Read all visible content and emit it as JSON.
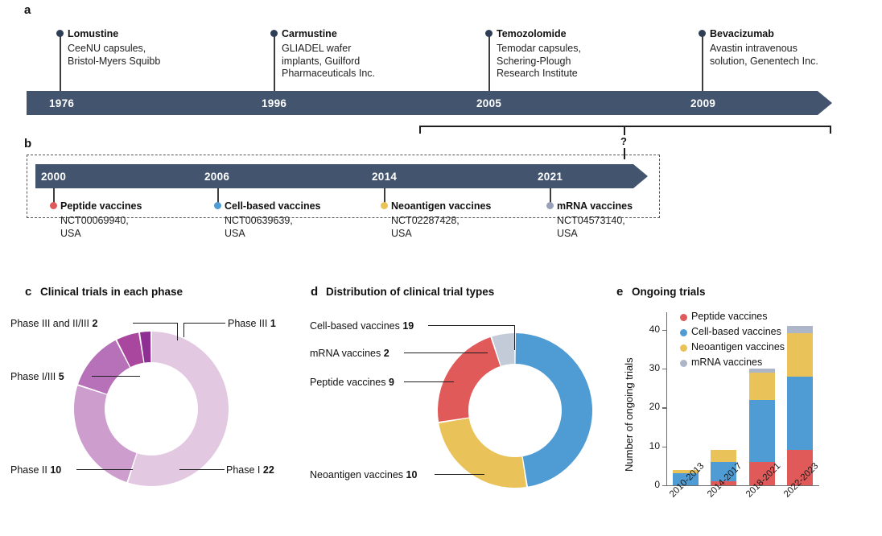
{
  "panel_a": {
    "letter": "a",
    "years": [
      "1976",
      "1996",
      "2005",
      "2009"
    ],
    "entries": [
      {
        "name": "Lomustine",
        "desc": "CeeNU capsules,\nBristol-Myers Squibb"
      },
      {
        "name": "Carmustine",
        "desc": "GLIADEL wafer\nimplants, Guilford\nPharmaceuticals Inc."
      },
      {
        "name": "Temozolomide",
        "desc": "Temodar capsules,\nSchering-Plough\nResearch Institute"
      },
      {
        "name": "Bevacizumab",
        "desc": "Avastin intravenous\nsolution, Genentech Inc."
      }
    ]
  },
  "connector": {
    "question_mark": "?"
  },
  "panel_b": {
    "letter": "b",
    "years": [
      "2000",
      "2006",
      "2014",
      "2021"
    ],
    "entries": [
      {
        "name": "Peptide vaccines",
        "desc": "NCT00069940,\nUSA",
        "color": "#e05a5a"
      },
      {
        "name": "Cell-based vaccines",
        "desc": "NCT00639639,\nUSA",
        "color": "#4f9bd4"
      },
      {
        "name": "Neoantigen vaccines",
        "desc": "NCT02287428,\nUSA",
        "color": "#e9c35a"
      },
      {
        "name": "mRNA vaccines",
        "desc": "NCT04573140,\nUSA",
        "color": "#97a2b8"
      }
    ]
  },
  "panel_c": {
    "letter": "c",
    "title": "Clinical trials in each phase",
    "chart_data": {
      "type": "pie",
      "title": "Clinical trials in each phase",
      "categories": [
        "Phase I",
        "Phase II",
        "Phase I/III",
        "Phase III and II/III",
        "Phase III"
      ],
      "values": [
        22,
        10,
        5,
        2,
        1
      ],
      "colors": [
        "#e3c8e2",
        "#cc9dcd",
        "#b671b8",
        "#a9479f",
        "#8e2f93"
      ],
      "total": 40
    },
    "labels": [
      {
        "text": "Phase III and II/III ",
        "value": "2"
      },
      {
        "text": "Phase III ",
        "value": "1"
      },
      {
        "text": "Phase I/III ",
        "value": "5"
      },
      {
        "text": "Phase II ",
        "value": "10"
      },
      {
        "text": "Phase I ",
        "value": "22"
      }
    ]
  },
  "panel_d": {
    "letter": "d",
    "title": "Distribution of clinical trial types",
    "chart_data": {
      "type": "pie",
      "title": "Distribution of clinical trial types",
      "categories": [
        "Cell-based vaccines",
        "Neoantigen vaccines",
        "Peptide vaccines",
        "mRNA vaccines"
      ],
      "values": [
        19,
        10,
        9,
        2
      ],
      "colors": [
        "#4f9bd4",
        "#e9c35a",
        "#e05a5a",
        "#c3cbd8"
      ],
      "total": 40
    },
    "labels": [
      {
        "text": "Cell-based vaccines ",
        "value": "19"
      },
      {
        "text": "mRNA vaccines ",
        "value": "2"
      },
      {
        "text": "Peptide vaccines ",
        "value": "9"
      },
      {
        "text": "Neoantigen vaccines ",
        "value": "10"
      }
    ]
  },
  "panel_e": {
    "letter": "e",
    "title": "Ongoing trials",
    "chart_data": {
      "type": "bar",
      "stacked": true,
      "title": "Ongoing trials",
      "xlabel": "",
      "ylabel": "Number of ongoing trials",
      "categories": [
        "2010-2013",
        "2014-2017",
        "2018-2021",
        "2022-2023"
      ],
      "yticks": [
        0,
        10,
        20,
        30,
        40
      ],
      "ylim": [
        0,
        43
      ],
      "series": [
        {
          "name": "Peptide vaccines",
          "color": "#e05a5a",
          "values": [
            0,
            1,
            6,
            9
          ]
        },
        {
          "name": "Cell-based vaccines",
          "color": "#4f9bd4",
          "values": [
            3,
            5,
            16,
            19
          ]
        },
        {
          "name": "Neoantigen vaccines",
          "color": "#e9c35a",
          "values": [
            1,
            3,
            7,
            11
          ]
        },
        {
          "name": "mRNA vaccines",
          "color": "#adb6c8",
          "values": [
            0,
            0,
            1,
            2
          ]
        }
      ],
      "totals": [
        4,
        9,
        30,
        41
      ],
      "legend_position": "top-left"
    },
    "legend": [
      {
        "label": "Peptide vaccines",
        "color": "#e05a5a"
      },
      {
        "label": "Cell-based vaccines",
        "color": "#4f9bd4"
      },
      {
        "label": "Neoantigen vaccines",
        "color": "#e9c35a"
      },
      {
        "label": "mRNA vaccines",
        "color": "#adb6c8"
      }
    ],
    "ytick_labels": [
      "0",
      "10",
      "20",
      "30",
      "40"
    ],
    "xtick_labels": [
      "2010-2013",
      "2014-2017",
      "2018-2021",
      "2022-2023"
    ],
    "axis_title_y": "Number of ongoing trials"
  }
}
